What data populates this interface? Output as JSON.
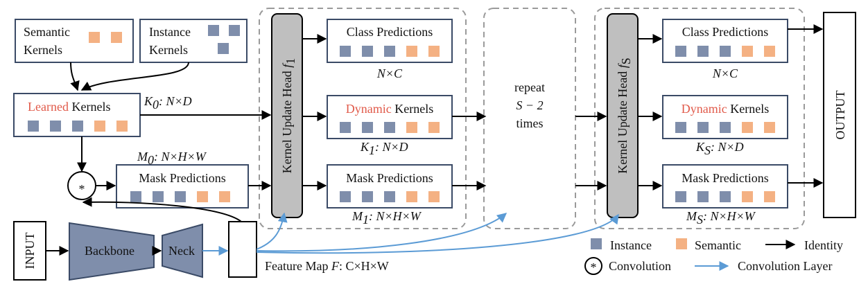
{
  "colors": {
    "instance": "#7f8eab",
    "semantic": "#f4b183",
    "accent_red": "#e15a4a",
    "conv_layer": "#5b9bd5",
    "head_fill": "#bfbfbf"
  },
  "semantic_kernels": {
    "line1": "Semantic",
    "line2": "Kernels"
  },
  "instance_kernels": {
    "line1": "Instance",
    "line2": "Kernels"
  },
  "learned_kernels": {
    "red": "Learned",
    "rest": " Kernels"
  },
  "k0": {
    "sym": "K",
    "sub": "0",
    "rest": ":  N×D"
  },
  "m0": {
    "sym": "M",
    "sub": "0",
    "rest": ":  N×H×W"
  },
  "mask_predictions": "Mask Predictions",
  "class_predictions": "Class Predictions",
  "dynamic_kernels": {
    "red": "Dynamic",
    "rest": " Kernels"
  },
  "head1": {
    "text": "Kernel Update Head ",
    "sym": "f",
    "sub": "1"
  },
  "headS": {
    "text": "Kernel Update Head ",
    "sym": "f",
    "sub": "S"
  },
  "nc": "N×C",
  "k1": {
    "sym": "K",
    "sub": "1",
    "rest": ":  N×D"
  },
  "m1": {
    "sym": "M",
    "sub": "1",
    "rest": ":  N×H×W"
  },
  "kS": {
    "sym": "K",
    "sub": "S",
    "rest": ":  N×D"
  },
  "mS": {
    "sym": "M",
    "sub": "S",
    "rest": ":  N×H×W"
  },
  "repeat": {
    "line1": "repeat",
    "line2": "S − 2",
    "line3": "times"
  },
  "output": "OUTPUT",
  "input": "INPUT",
  "backbone": "Backbone",
  "neck": "Neck",
  "feature_map": {
    "text": "Feature Map ",
    "sym": "F",
    "rest": ":  C×H×W"
  },
  "conv_symbol": "*",
  "legend": {
    "instance": "Instance",
    "semantic": "Semantic",
    "identity": "Identity",
    "convolution": "Convolution",
    "conv_layer": "Convolution Layer"
  }
}
